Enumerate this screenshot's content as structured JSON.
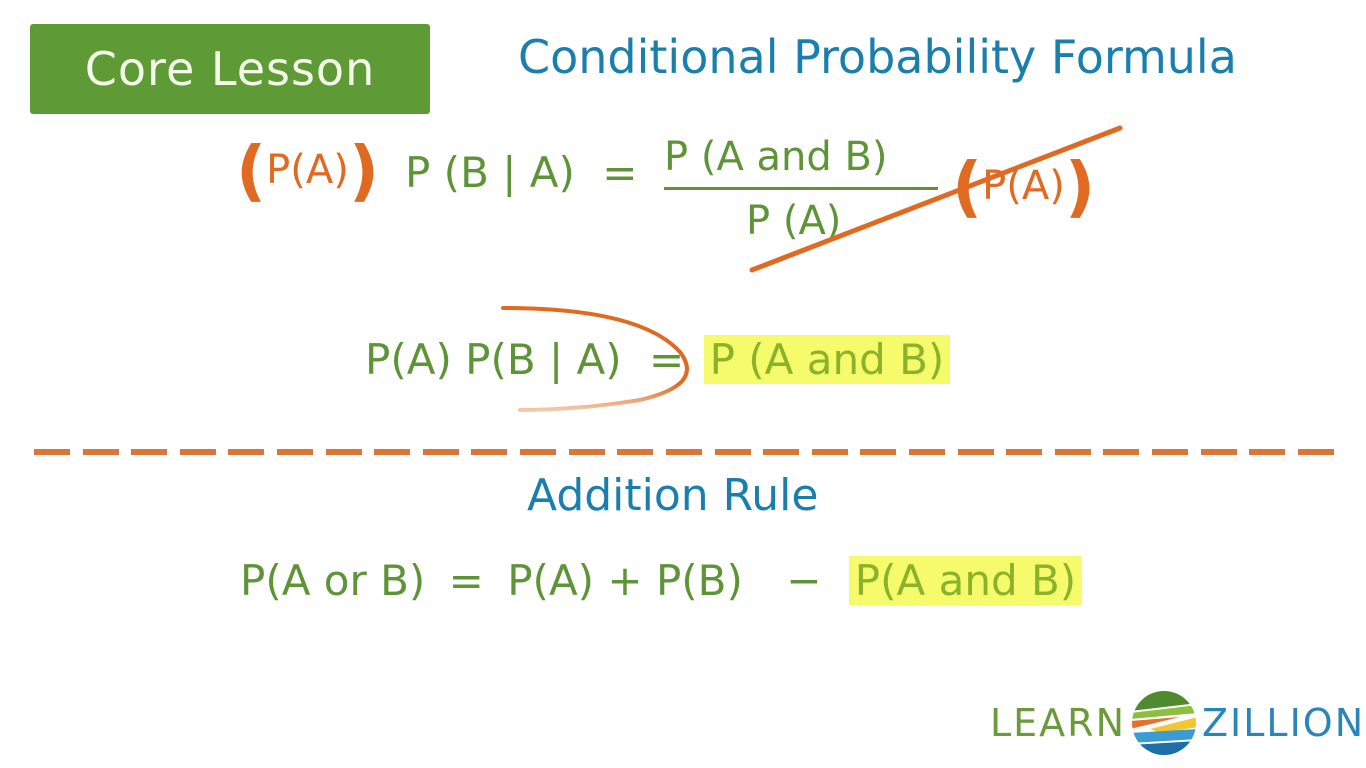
{
  "badge": {
    "label": "Core Lesson",
    "color": "#5e9a35"
  },
  "section1": {
    "title": "Conditional Probability Formula",
    "equation1": {
      "left_multiplier": "P(A)",
      "lhs": "P (B | A)",
      "equals": "=",
      "numerator": "P (A and B)",
      "denominator": "P (A)",
      "right_multiplier": "P(A)",
      "strikethrough": true
    },
    "equation2": {
      "lhs": "P(A) P(B | A)",
      "equals": "=",
      "rhs_highlighted": "P (A and B)"
    }
  },
  "section2": {
    "title": "Addition Rule",
    "equation": {
      "lhs": "P(A or B)",
      "equals": "=",
      "rhs_terms": "P(A) + P(B)",
      "minus": "−",
      "rhs_highlighted": "P(A and B)"
    }
  },
  "divider": {
    "style": "dashed",
    "color": "#d9763a",
    "dash_count": 27
  },
  "colors": {
    "title_blue": "#1b7fad",
    "formula_green": "#5e9437",
    "annotation_orange": "#e06a22",
    "highlight_yellow": "#f6fb6c"
  },
  "logo": {
    "left": "LEARN",
    "right": "ZILLION",
    "icon": "learnzillion-globe-icon"
  }
}
